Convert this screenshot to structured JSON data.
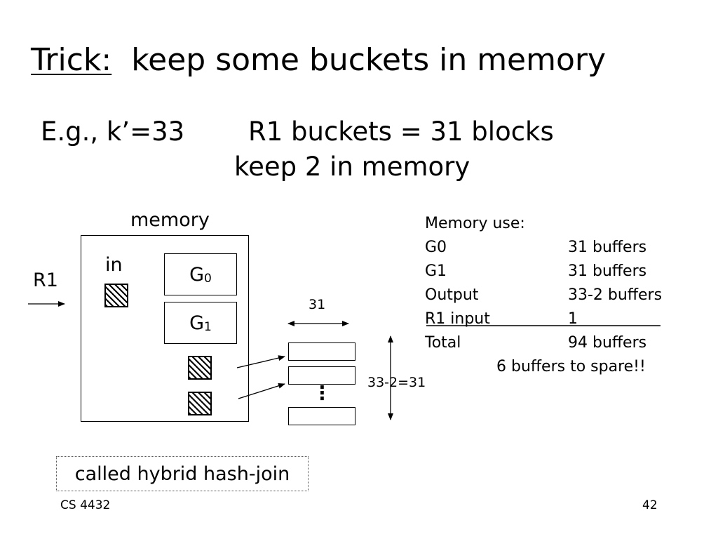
{
  "title": {
    "prefix": "Trick:",
    "text": "keep some buckets in memory"
  },
  "example": {
    "line1_left": "E.g., k’=33",
    "line1_right": "R1 buckets = 31 blocks",
    "line2": "keep 2 in memory"
  },
  "diagram": {
    "memory_label": "memory",
    "in_label": "in",
    "r1_label": "R1",
    "g0_base": "G",
    "g0_sub": "0",
    "g1_base": "G",
    "g1_sub": "1",
    "width_label": "31",
    "height_label": "33-2=31",
    "dots": "⋮"
  },
  "memory_use": {
    "header": "Memory use:",
    "rows": [
      {
        "item": "G0",
        "value": "31 buffers"
      },
      {
        "item": "G1",
        "value": "31 buffers"
      },
      {
        "item": "Output",
        "value": "33-2 buffers"
      },
      {
        "item": "R1 input",
        "value": "1"
      },
      {
        "item": "Total",
        "value": "94 buffers"
      }
    ],
    "spare": "6 buffers to spare!!"
  },
  "callout": "called hybrid hash-join",
  "footer": {
    "course": "CS 4432",
    "page": "42"
  }
}
